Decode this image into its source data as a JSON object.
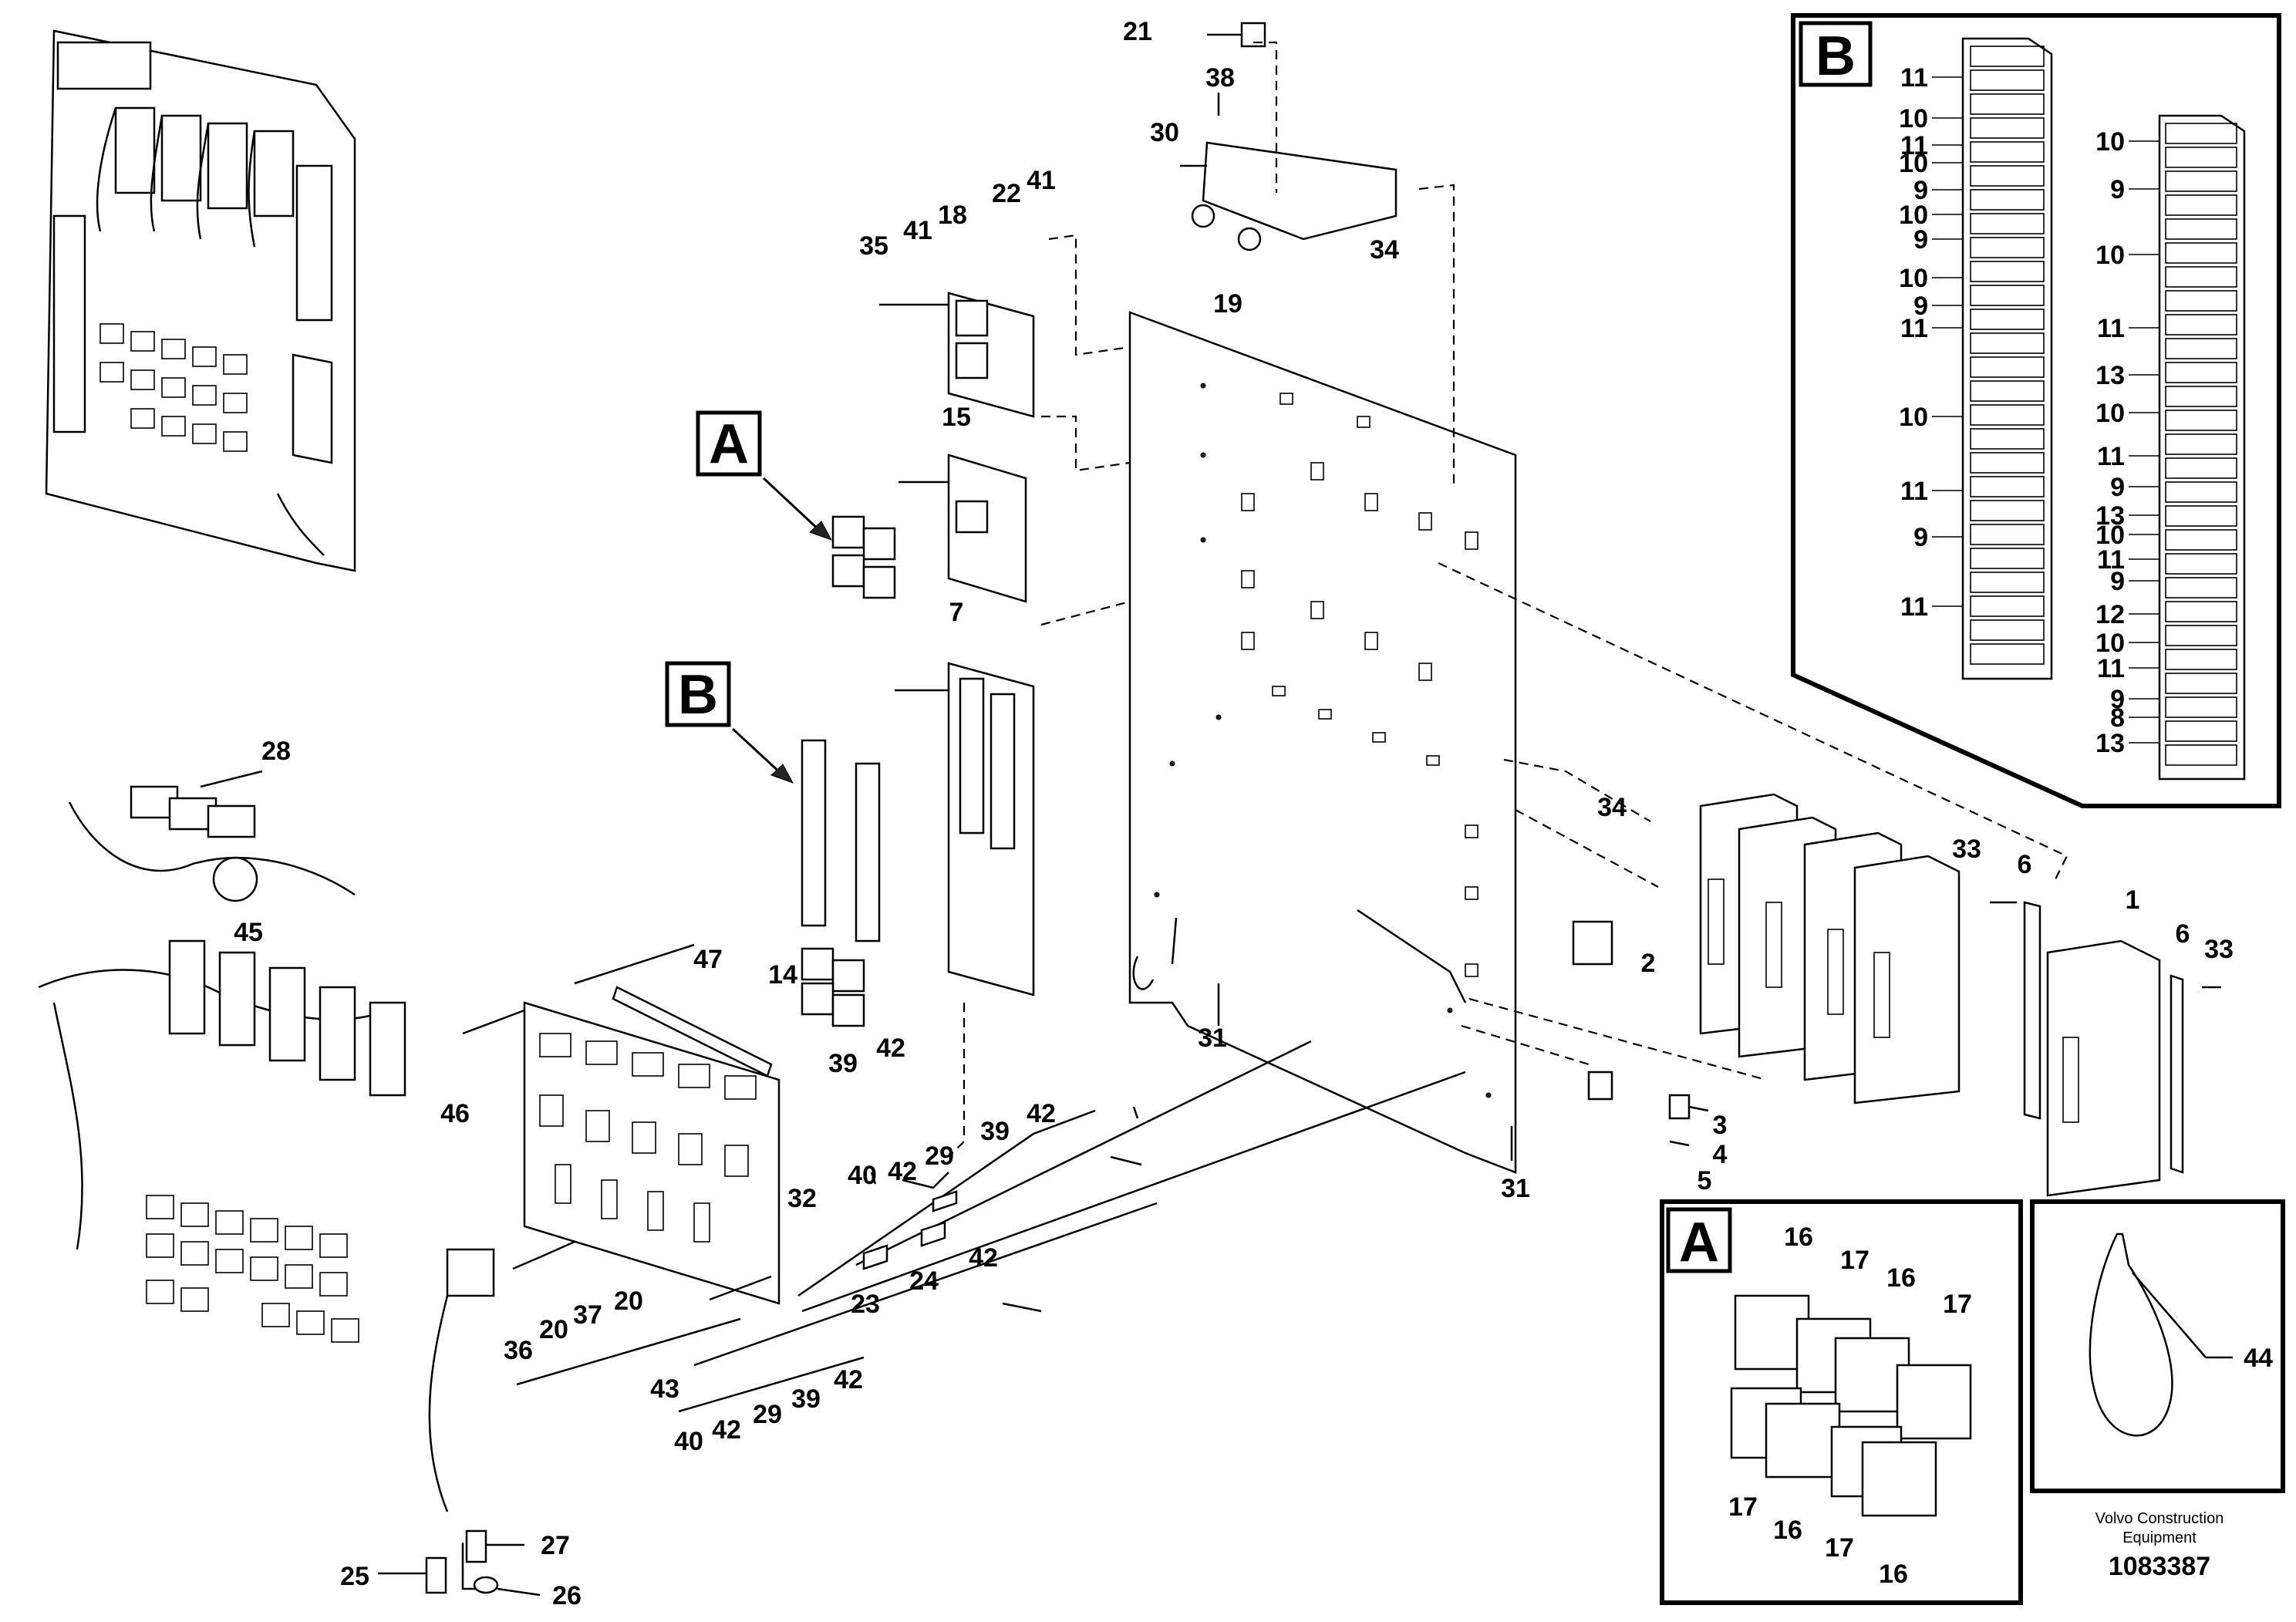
{
  "detail_a": {
    "letter": "A",
    "labels": [
      "16",
      "17",
      "16",
      "17",
      "17",
      "16",
      "17",
      "16"
    ]
  },
  "detail_b": {
    "letter": "B",
    "left_column_labels": [
      "11",
      "10",
      "11",
      "10",
      "9",
      "10",
      "9",
      "10",
      "9",
      "11",
      "10",
      "11",
      "9",
      "11"
    ],
    "right_column_labels": [
      "10",
      "9",
      "10",
      "11",
      "13",
      "10",
      "11",
      "9",
      "13",
      "10",
      "11",
      "9",
      "12",
      "10",
      "11",
      "9",
      "8",
      "13"
    ]
  },
  "detail_44": {
    "label": "44"
  },
  "marker_a": "A",
  "marker_b": "B",
  "callouts": {
    "c21": "21",
    "c38": "38",
    "c30": "30",
    "c34a": "34",
    "c19": "19",
    "c35": "35",
    "c41a": "41",
    "c18": "18",
    "c22": "22",
    "c41b": "41",
    "c15": "15",
    "c7": "7",
    "c28": "28",
    "c45": "45",
    "c14": "14",
    "c47": "47",
    "c46": "46",
    "c39a": "39",
    "c42a": "42",
    "c39b": "39",
    "c42b": "42",
    "c40a": "40",
    "c42c": "42",
    "c29a": "29",
    "c31a": "31",
    "c34b": "34",
    "c2": "2",
    "c33a": "33",
    "c6a": "6",
    "c1": "1",
    "c6b": "6",
    "c33b": "33",
    "c3": "3",
    "c4": "4",
    "c5": "5",
    "c31b": "31",
    "c32": "32",
    "c42d": "42",
    "c24": "24",
    "c23": "23",
    "c20a": "20",
    "c37": "37",
    "c20b": "20",
    "c36": "36",
    "c43": "43",
    "c29b": "29",
    "c39c": "39",
    "c42e": "42",
    "c40b": "40",
    "c42f": "42",
    "c27": "27",
    "c25": "25",
    "c26": "26"
  },
  "footer": {
    "brand_line1": "Volvo Construction",
    "brand_line2": "Equipment",
    "ref": "1083387"
  }
}
